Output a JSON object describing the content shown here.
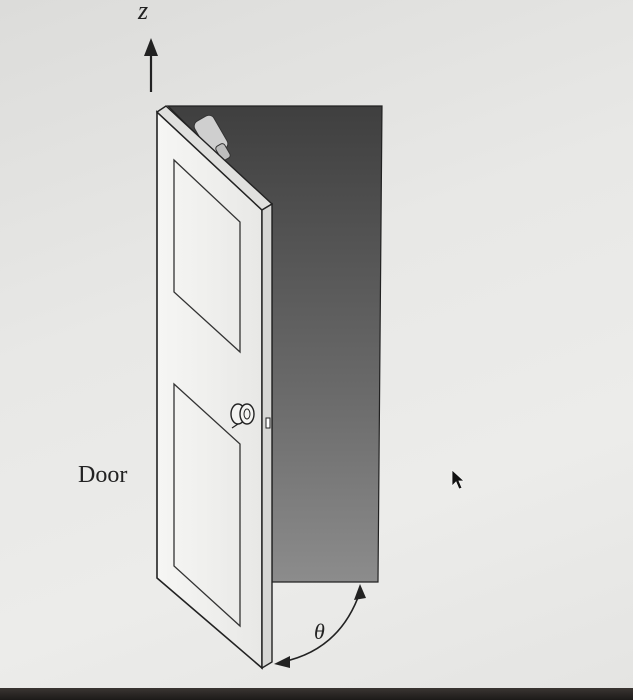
{
  "figure": {
    "axis_label": "z",
    "door_label": "Door",
    "angle_label": "θ",
    "icons": [
      "axis-arrow-icon",
      "door-knob-icon",
      "door-hinge-icon",
      "angle-arc-icon",
      "mouse-cursor-icon"
    ]
  },
  "colors": {
    "wall_dark": "#4a4a4a",
    "wall_light": "#8a8a8a",
    "door_face": "#f2f2f0",
    "line": "#222222",
    "background": "#e6e6e4"
  }
}
